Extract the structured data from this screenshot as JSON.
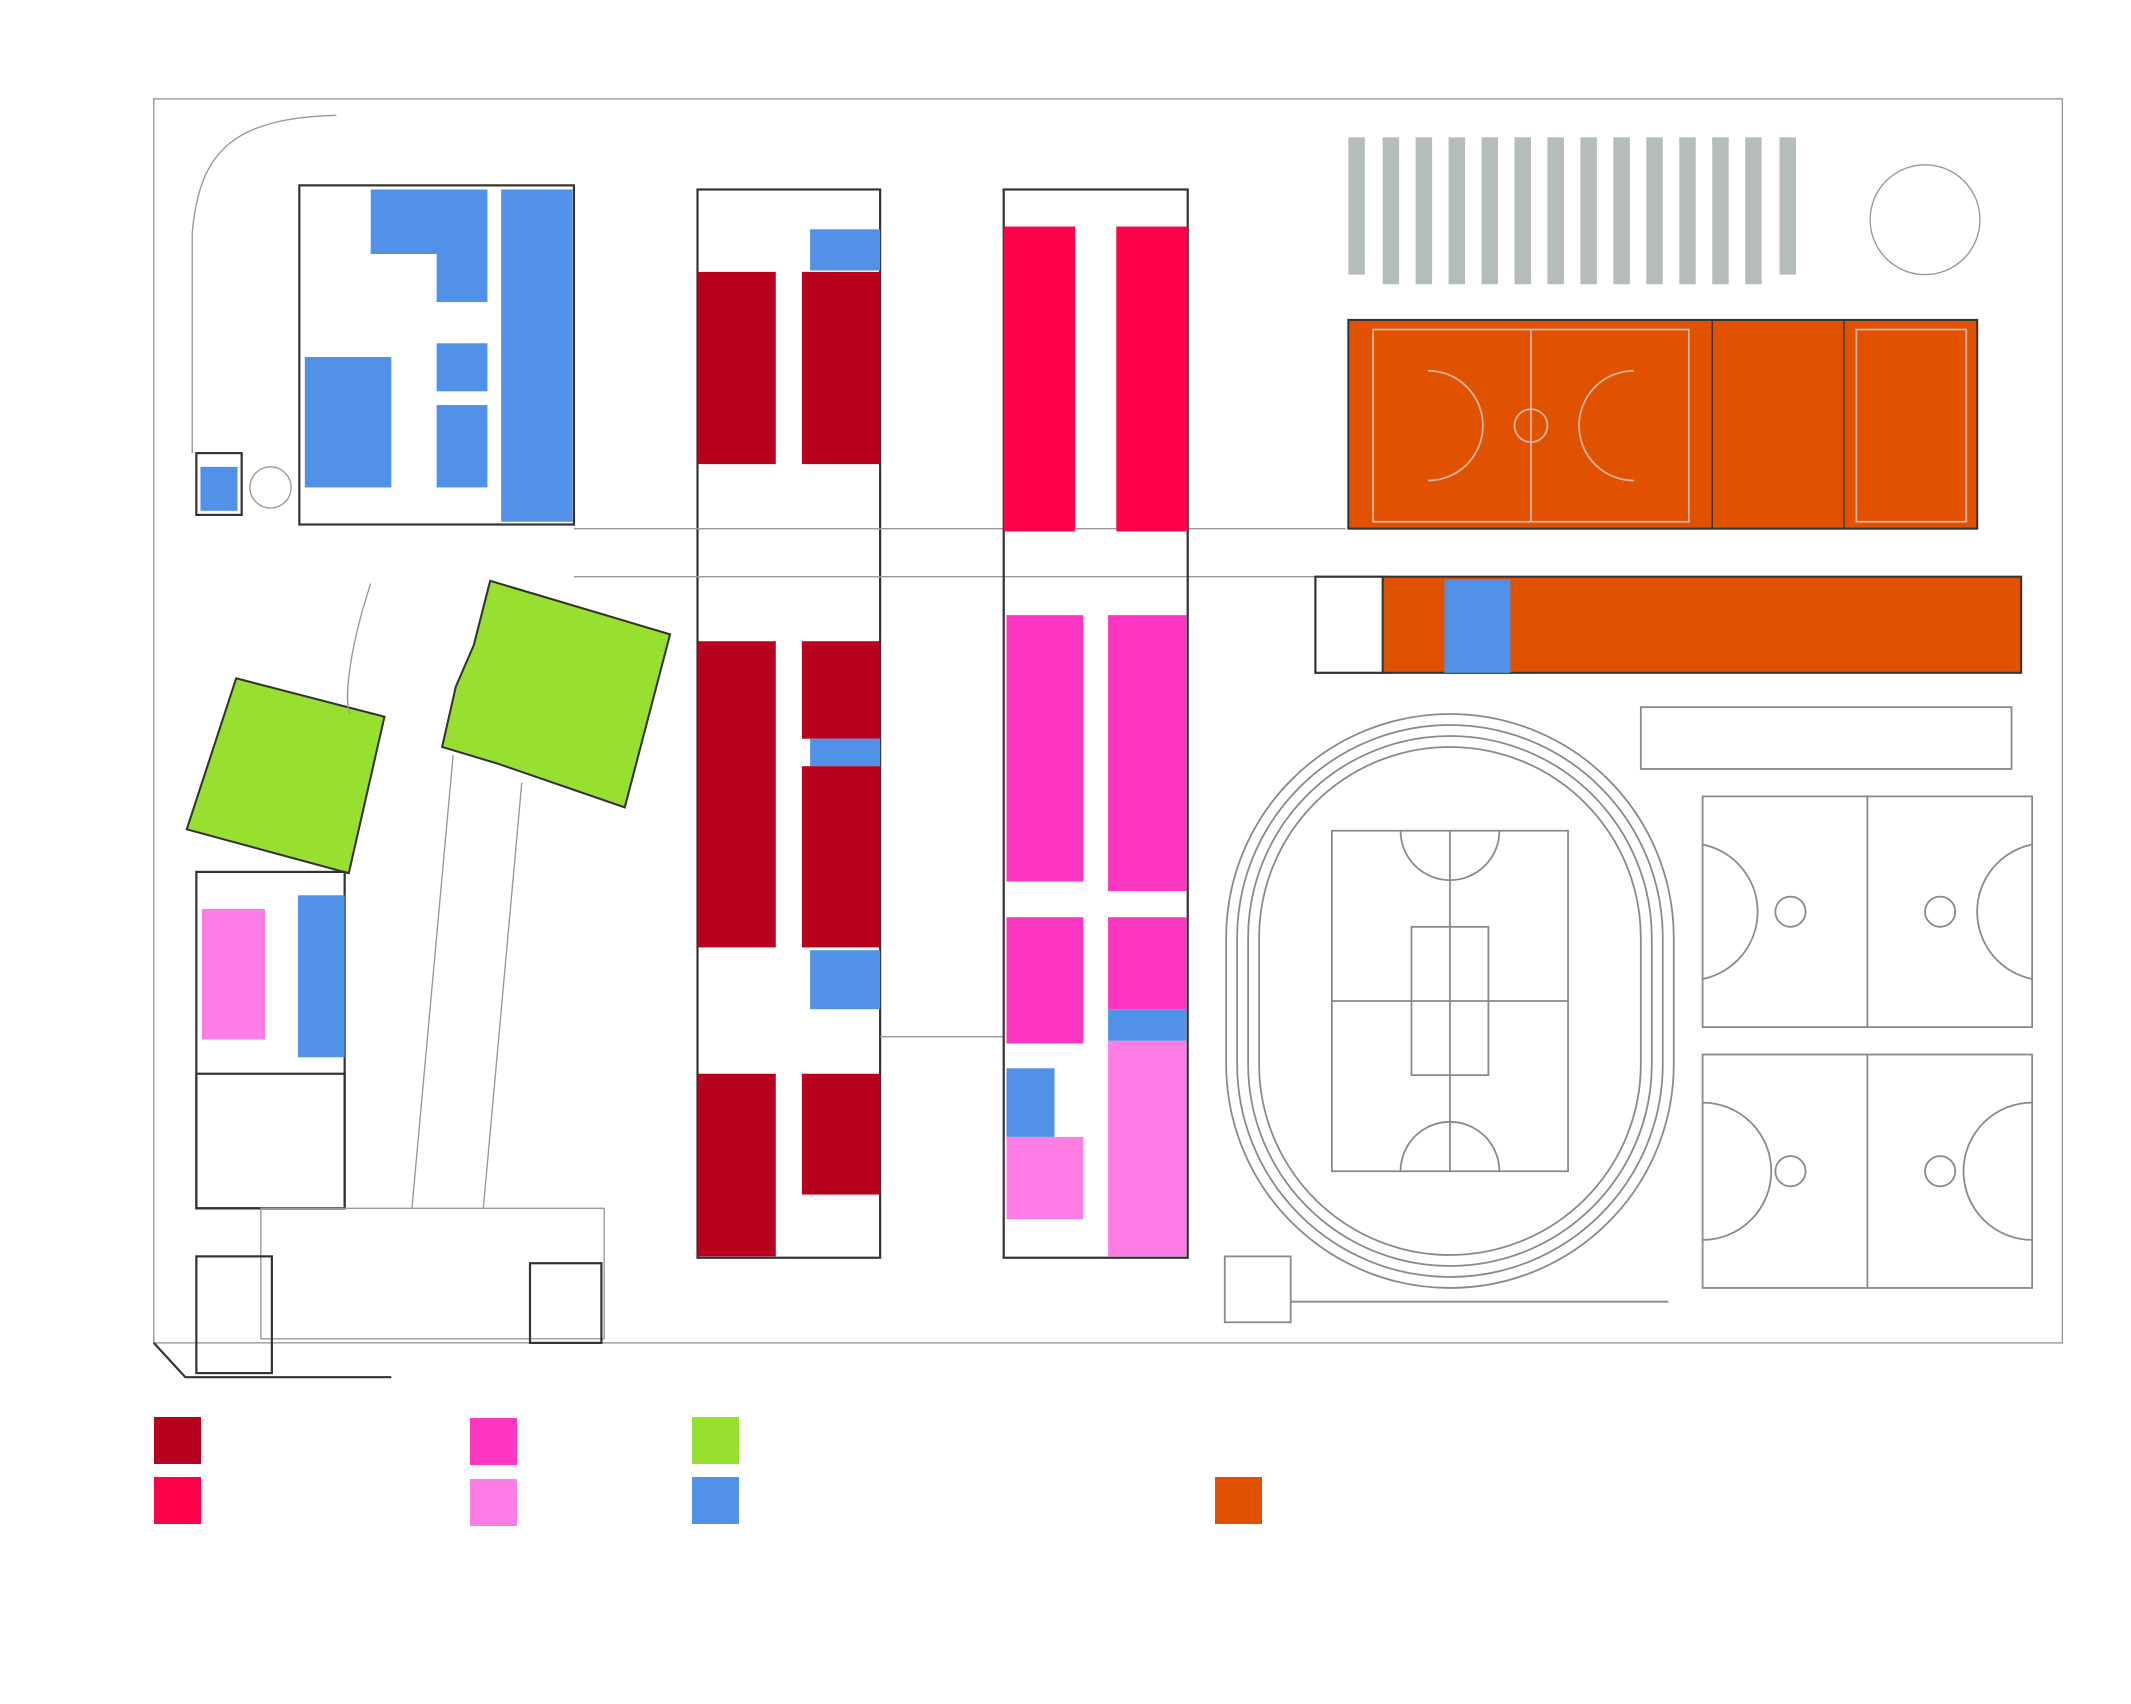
{
  "colors": {
    "dark_red": "#b8001f",
    "red": "#ff0049",
    "magenta": "#ff36c2",
    "light_pink": "#ff7ee6",
    "green": "#98e02f",
    "blue": "#5192e8",
    "orange": "#e05200",
    "stripe_gray": "#b4bcbc",
    "line_gray": "#8a8a8a"
  },
  "legend": [
    {
      "key": "dark_red",
      "color": "#b8001f"
    },
    {
      "key": "red",
      "color": "#ff0049"
    },
    {
      "key": "magenta",
      "color": "#ff36c2"
    },
    {
      "key": "light_pink",
      "color": "#ff7ee6"
    },
    {
      "key": "green",
      "color": "#98e02f"
    },
    {
      "key": "blue",
      "color": "#5192e8"
    },
    {
      "key": "orange",
      "color": "#e05200"
    }
  ]
}
